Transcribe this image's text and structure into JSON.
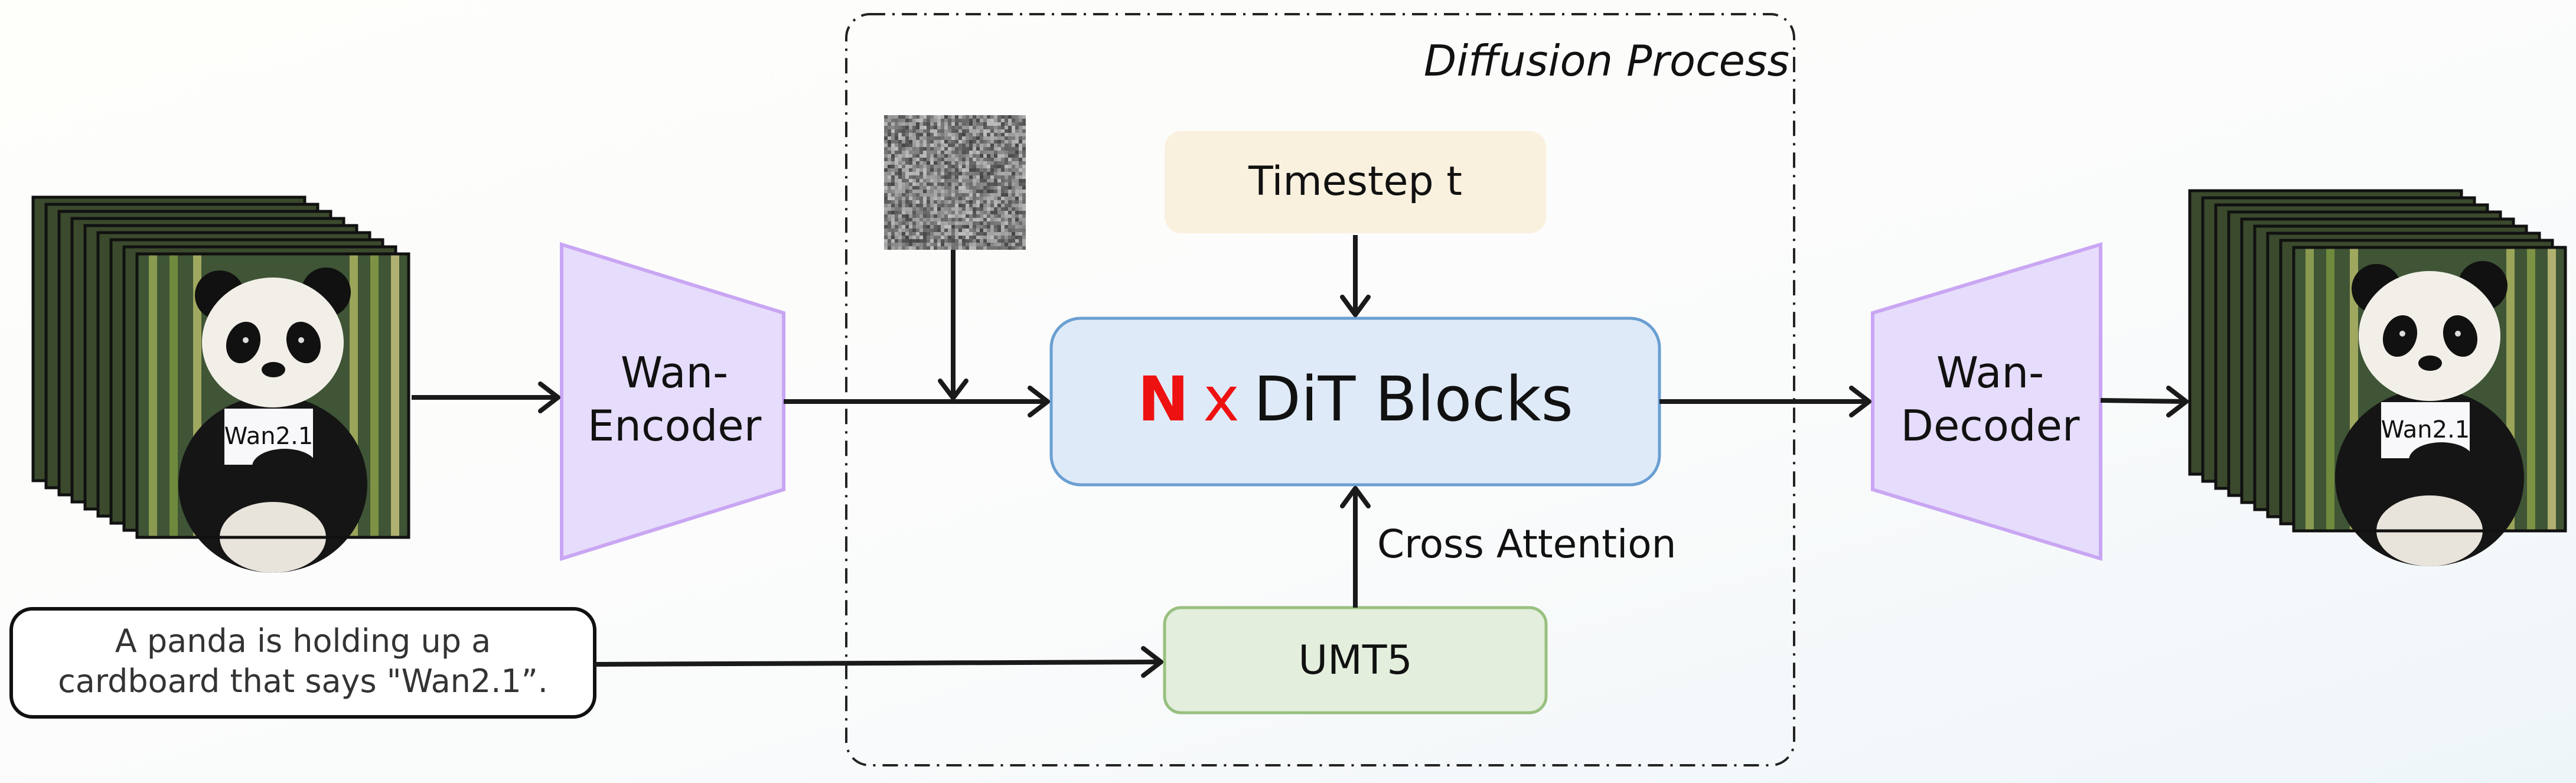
{
  "diagram": {
    "diffusion_group_title": "Diffusion Process",
    "encoder_label_line1": "Wan-",
    "encoder_label_line2": "Encoder",
    "decoder_label_line1": "Wan-",
    "decoder_label_line2": "Decoder",
    "timestep_label": "Timestep t",
    "dit_multiplier": "N",
    "dit_times": "x",
    "dit_label": "DiT Blocks",
    "cross_attention_label": "Cross Attention",
    "text_encoder_label": "UMT5",
    "prompt_line1": "A panda is holding up a",
    "prompt_line2": "cardboard that says \"Wan2.1”.",
    "sign_text": "Wan2.1"
  },
  "colors": {
    "encoder_fill": "#e6dcfb",
    "encoder_stroke": "#c9a6f3",
    "timestep_fill": "#faf0de",
    "dit_fill": "#dfeaf8",
    "dit_stroke": "#6a9fd2",
    "umt5_fill": "#e3eedc",
    "umt5_stroke": "#98c080",
    "accent_red": "#ee1111"
  }
}
